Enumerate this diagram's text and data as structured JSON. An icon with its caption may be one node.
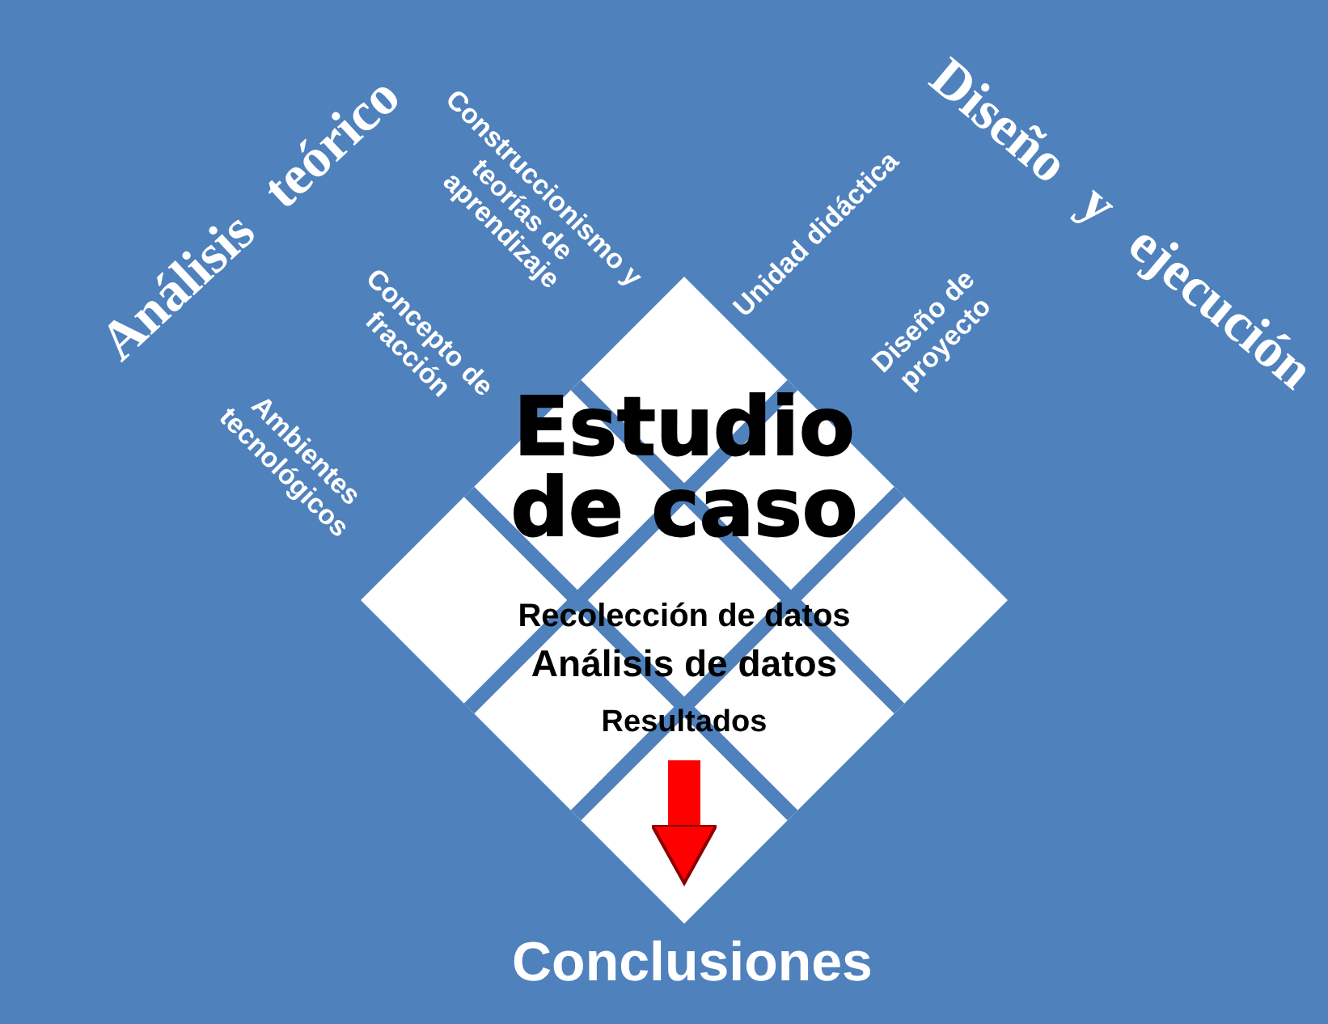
{
  "diagram": {
    "nodes": [
      {
        "text": [
          "Estudio de caso",
          "Recolección de datos",
          "Análisis de datos",
          "Resultados"
        ]
      },
      {
        "text": [
          "Conclusiones"
        ]
      }
    ],
    "edges": [
      {
        "from": 0,
        "to": 1,
        "arrow": "to"
      }
    ],
    "labels": [
      "Análisis teórico",
      "Construccionismo y teorías de aprendizaje",
      "Concepto de fracción",
      "Ambientes tecnológicos",
      "Diseño y ejecución",
      "Unidad didáctica",
      "Diseño de proyecto"
    ]
  }
}
